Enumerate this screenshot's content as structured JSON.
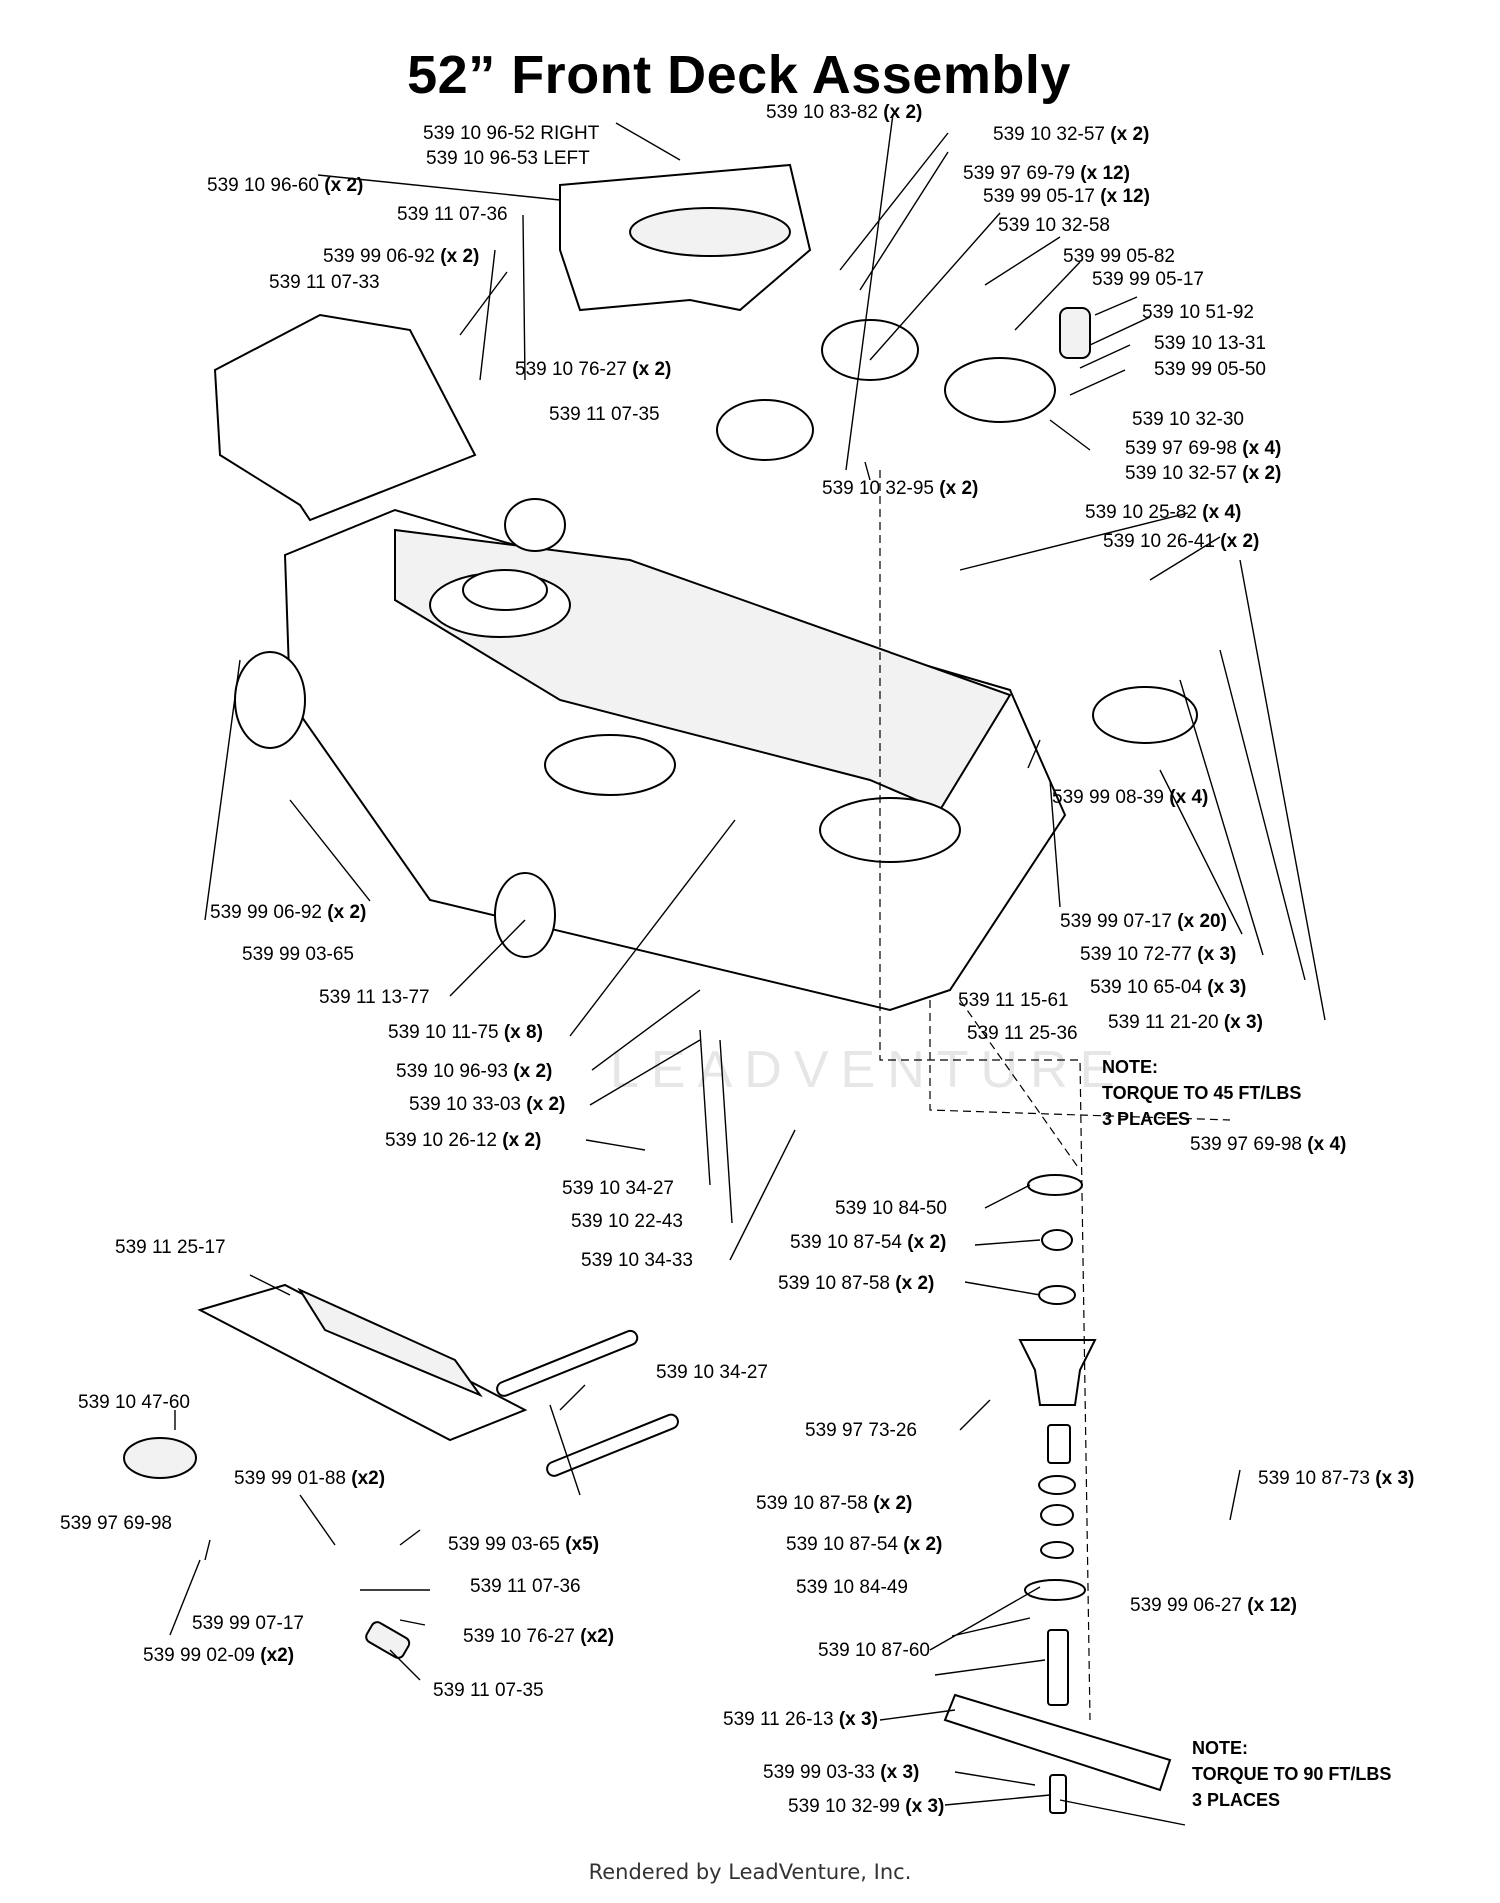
{
  "title": "52” Front Deck Assembly",
  "footer": "Rendered by LeadVenture, Inc.",
  "watermark": "LEADVENTURE",
  "notes": [
    {
      "lines": [
        "NOTE:",
        "TORQUE TO 45 FT/LBS",
        "3 PLACES"
      ]
    },
    {
      "lines": [
        "NOTE:",
        "TORQUE TO 90 FT/LBS",
        "3 PLACES"
      ]
    }
  ],
  "callouts": [
    {
      "part": "539 10 96-52 RIGHT",
      "qty": ""
    },
    {
      "part": "539 10 96-53 LEFT",
      "qty": ""
    },
    {
      "part": "539 10 96-60",
      "qty": "(x 2)"
    },
    {
      "part": "539 11 07-36",
      "qty": ""
    },
    {
      "part": "539 99 06-92",
      "qty": "(x 2)"
    },
    {
      "part": "539 11 07-33",
      "qty": ""
    },
    {
      "part": "539 10 76-27",
      "qty": "(x 2)"
    },
    {
      "part": "539 11 07-35",
      "qty": ""
    },
    {
      "part": "539 10 83-82",
      "qty": "(x 2)"
    },
    {
      "part": "539 10 32-57",
      "qty": "(x 2)"
    },
    {
      "part": "539 97 69-79",
      "qty": "(x 12)"
    },
    {
      "part": "539 99 05-17",
      "qty": "(x 12)"
    },
    {
      "part": "539 10 32-58",
      "qty": ""
    },
    {
      "part": "539 99 05-82",
      "qty": ""
    },
    {
      "part": "539 99 05-17",
      "qty": ""
    },
    {
      "part": "539 10 51-92",
      "qty": ""
    },
    {
      "part": "539 10 13-31",
      "qty": ""
    },
    {
      "part": "539 99 05-50",
      "qty": ""
    },
    {
      "part": "539 10 32-30",
      "qty": ""
    },
    {
      "part": "539 97 69-98",
      "qty": "(x 4)"
    },
    {
      "part": "539 10 32-57",
      "qty": "(x 2)"
    },
    {
      "part": "539 10 32-95",
      "qty": "(x 2)"
    },
    {
      "part": "539 10 25-82",
      "qty": "(x 4)"
    },
    {
      "part": "539 10 26-41",
      "qty": "(x 2)"
    },
    {
      "part": "539 99 08-39",
      "qty": "(x 4)"
    },
    {
      "part": "539 99 06-92",
      "qty": "(x 2)"
    },
    {
      "part": "539 99 03-65",
      "qty": ""
    },
    {
      "part": "539 11 13-77",
      "qty": ""
    },
    {
      "part": "539 99 07-17",
      "qty": "(x 20)"
    },
    {
      "part": "539 10 72-77",
      "qty": "(x 3)"
    },
    {
      "part": "539 10 65-04",
      "qty": "(x 3)"
    },
    {
      "part": "539 11 15-61",
      "qty": ""
    },
    {
      "part": "539 11 25-36",
      "qty": ""
    },
    {
      "part": "539 11 21-20",
      "qty": "(x 3)"
    },
    {
      "part": "539 10 11-75",
      "qty": "(x 8)"
    },
    {
      "part": "539 10 96-93",
      "qty": "(x 2)"
    },
    {
      "part": "539 10 33-03",
      "qty": "(x 2)"
    },
    {
      "part": "539 10 26-12",
      "qty": "(x 2)"
    },
    {
      "part": "539 97 69-98",
      "qty": "(x 4)"
    },
    {
      "part": "539 10 34-27",
      "qty": ""
    },
    {
      "part": "539 10 22-43",
      "qty": ""
    },
    {
      "part": "539 10 34-33",
      "qty": ""
    },
    {
      "part": "539 10 84-50",
      "qty": ""
    },
    {
      "part": "539 10 87-54",
      "qty": "(x 2)"
    },
    {
      "part": "539 10 87-58",
      "qty": "(x 2)"
    },
    {
      "part": "539 11 25-17",
      "qty": ""
    },
    {
      "part": "539 10 34-27",
      "qty": ""
    },
    {
      "part": "539 10 47-60",
      "qty": ""
    },
    {
      "part": "539 97 73-26",
      "qty": ""
    },
    {
      "part": "539 99 01-88",
      "qty": "(x2)"
    },
    {
      "part": "539 10 87-73",
      "qty": "(x 3)"
    },
    {
      "part": "539 97 69-98",
      "qty": ""
    },
    {
      "part": "539 99 03-65",
      "qty": "(x5)"
    },
    {
      "part": "539 10 87-58",
      "qty": "(x 2)"
    },
    {
      "part": "539 11 07-36",
      "qty": ""
    },
    {
      "part": "539 10 87-54",
      "qty": "(x 2)"
    },
    {
      "part": "539 99 07-17",
      "qty": ""
    },
    {
      "part": "539 10 84-49",
      "qty": ""
    },
    {
      "part": "539 99 06-27",
      "qty": "(x 12)"
    },
    {
      "part": "539 99 02-09",
      "qty": "(x2)"
    },
    {
      "part": "539 10 76-27",
      "qty": "(x2)"
    },
    {
      "part": "539 10 87-60",
      "qty": ""
    },
    {
      "part": "539 11 07-35",
      "qty": ""
    },
    {
      "part": "539 11 26-13",
      "qty": "(x 3)"
    },
    {
      "part": "539 99 03-33",
      "qty": "(x 3)"
    },
    {
      "part": "539 10 32-99",
      "qty": "(x 3)"
    }
  ]
}
